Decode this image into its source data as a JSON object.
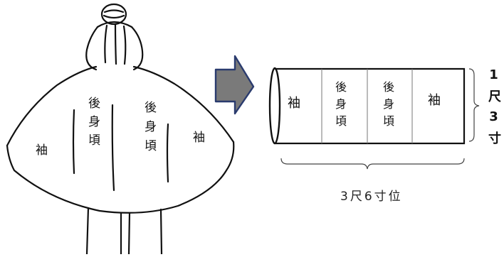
{
  "figure": {
    "person_labels": {
      "sleeve_left": "袖",
      "back_body_left": "後身頃",
      "back_body_right": "後身頃",
      "sleeve_right": "袖"
    },
    "cloth_labels": {
      "sleeve_left": "袖",
      "back_body_left": "後身頃",
      "back_body_right": "後身頃",
      "sleeve_right": "袖"
    },
    "width_label": "3尺6寸位",
    "height_label": "1尺3寸",
    "arrow_color": "#7a7a7a",
    "arrow_stroke": "#2a3b6e"
  }
}
